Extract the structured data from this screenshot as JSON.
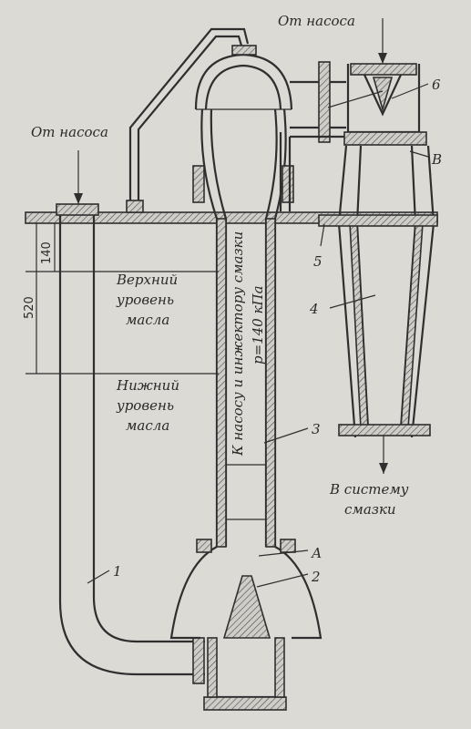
{
  "labels": {
    "from_pump_top": "От насоса",
    "from_pump_left": "От насоса",
    "upper_level": [
      "Верхний",
      "уровень",
      "масла"
    ],
    "lower_level": [
      "Нижний",
      "уровень",
      "масла"
    ],
    "to_pump": "К насосу и инжектору смазки",
    "pressure": "p=140 кПа",
    "to_system": [
      "В систему",
      "смазки"
    ]
  },
  "dimensions": {
    "d140": "140",
    "d520": "520"
  },
  "callouts": {
    "n1": "1",
    "n2": "2",
    "n3": "3",
    "n4": "4",
    "n5": "5",
    "n6": "6",
    "A": "А",
    "B": "В"
  }
}
